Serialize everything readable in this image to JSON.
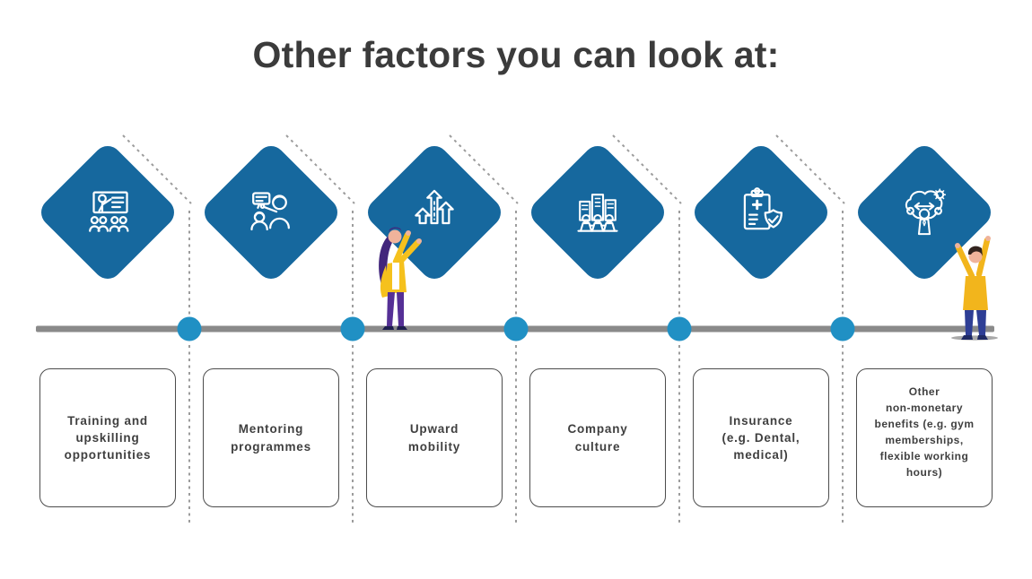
{
  "title": "Other factors you can look at:",
  "factors": [
    {
      "icon": "training-presentation-icon",
      "label": "Training and\nupskilling\nopportunities"
    },
    {
      "icon": "mentoring-icon",
      "label": "Mentoring\nprogrammes"
    },
    {
      "icon": "upward-arrows-icon",
      "label": "Upward\nmobility"
    },
    {
      "icon": "company-culture-icon",
      "label": "Company\nculture"
    },
    {
      "icon": "insurance-clipboard-shield-icon",
      "label": "Insurance\n(e.g. Dental,\nmedical)"
    },
    {
      "icon": "work-life-balance-icon",
      "label": "Other\nnon-monetary\nbenefits (e.g. gym\nmemberships,\nflexible working\nhours)"
    }
  ],
  "illustrations": [
    {
      "name": "woman-reaching-up-illustration"
    },
    {
      "name": "man-holding-diamond-illustration"
    }
  ],
  "colors": {
    "diamond_blue": "#16689e",
    "dot_blue": "#2090c4",
    "timeline_gray": "#8a8a8a",
    "dashed_gray": "#9c9c9c",
    "box_border": "#4c4c4c",
    "text_dark": "#3f3f3f",
    "accent_yellow": "#f5c11d",
    "accent_purple": "#553096",
    "accent_navy_pants": "#2e3e95"
  }
}
